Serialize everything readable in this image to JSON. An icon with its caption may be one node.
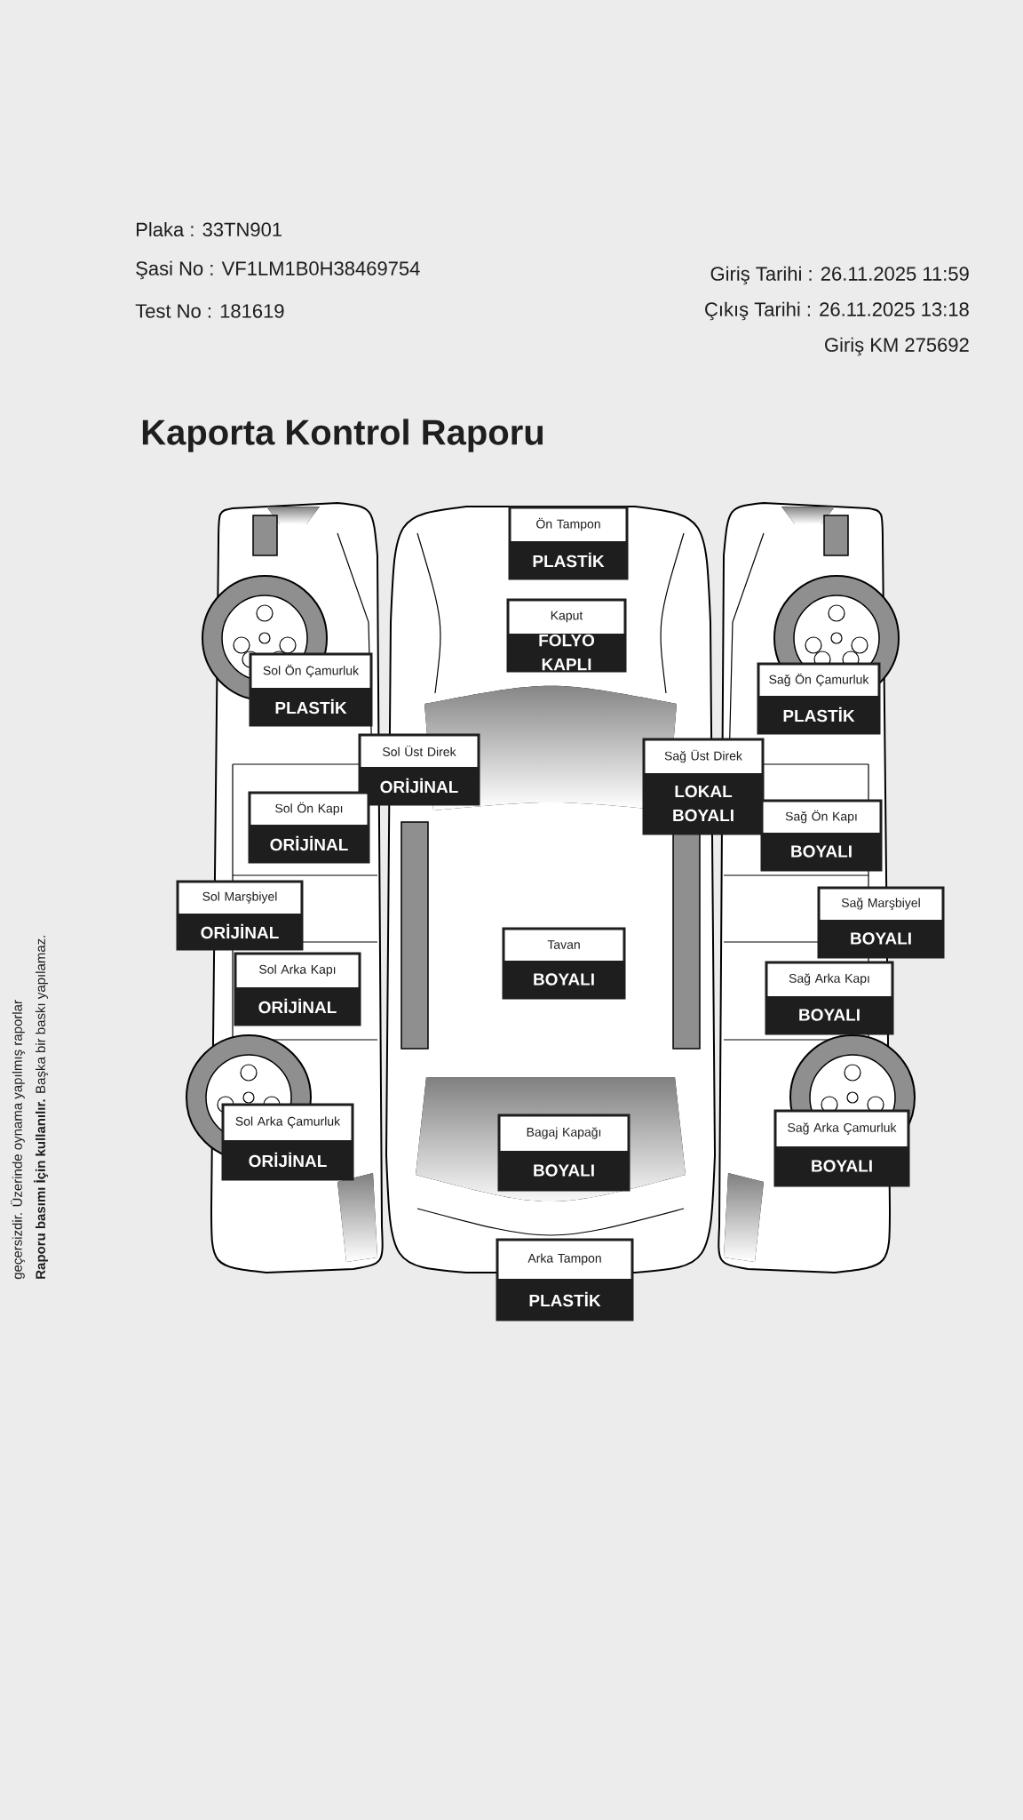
{
  "diagram": {
    "title": "Kaporta Kontrol Raporu",
    "nodes": [
      {
        "text": [
          "Ön Tampon",
          "PLASTİK"
        ]
      },
      {
        "text": [
          "Kaput",
          "FOLYO KAPLI"
        ]
      },
      {
        "text": [
          "Sol Ön Çamurluk",
          "PLASTİK"
        ]
      },
      {
        "text": [
          "Sağ Ön Çamurluk",
          "PLASTİK"
        ]
      },
      {
        "text": [
          "Sol Üst Direk",
          "ORİJİNAL"
        ]
      },
      {
        "text": [
          "Sağ Üst Direk",
          "LOKAL BOYALI"
        ]
      },
      {
        "text": [
          "Sol Ön Kapı",
          "ORİJİNAL"
        ]
      },
      {
        "text": [
          "Sağ Ön Kapı",
          "BOYALI"
        ]
      },
      {
        "text": [
          "Sol Marşbiyel",
          "ORİJİNAL"
        ]
      },
      {
        "text": [
          "Sağ Marşbiyel",
          "BOYALI"
        ]
      },
      {
        "text": [
          "Tavan",
          "BOYALI"
        ]
      },
      {
        "text": [
          "Sol Arka Kapı",
          "ORİJİNAL"
        ]
      },
      {
        "text": [
          "Sağ Arka Kapı",
          "BOYALI"
        ]
      },
      {
        "text": [
          "Sol Arka Çamurluk",
          "ORİJİNAL"
        ]
      },
      {
        "text": [
          "Bagaj Kapağı",
          "BOYALI"
        ]
      },
      {
        "text": [
          "Sağ Arka Çamurluk",
          "BOYALI"
        ]
      },
      {
        "text": [
          "Arka Tampon",
          "PLASTİK"
        ]
      }
    ],
    "labels": [
      "Plaka : 33TN901",
      "Şasi No : VF1LM1B0H38469754",
      "Test No : 181619",
      "Giriş Tarihi : 26.11.2025 11:59",
      "Çıkış Tarihi : 26.11.2025 13:18",
      "Giriş KM 275692",
      "geçersizdir. Üzerinde oynama yapılmış raporlar",
      "**Raporu basımı İçin kullanılır.** Başka bir baskı yapılamaz."
    ]
  }
}
